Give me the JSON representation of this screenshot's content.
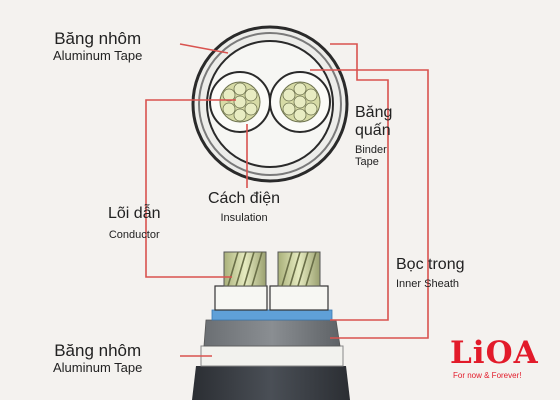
{
  "labels": {
    "aluminum_tape_top": {
      "vn": "Băng nhôm",
      "en": "Aluminum Tape"
    },
    "binder_tape": {
      "vn_line1": "Băng",
      "vn_line2": "quấn",
      "en_line1": "Binder",
      "en_line2": "Tape"
    },
    "insulation": {
      "vn": "Cách điện",
      "en": "Insulation"
    },
    "conductor": {
      "vn": "Lõi dẫn",
      "en": "Conductor"
    },
    "inner_sheath": {
      "vn": "Bọc trong",
      "en": "Inner Sheath"
    },
    "aluminum_tape_bottom": {
      "vn": "Băng nhôm",
      "en": "Aluminum Tape"
    }
  },
  "logo": {
    "text": "LiOA",
    "tagline": "For now & Forever!"
  },
  "colors": {
    "leader_line": "#d9534f",
    "logo": "#e21b2a",
    "inner_sheath": "#5fa0d8",
    "outer_jacket": "#3a3e44",
    "insulation": "#f5f5f0",
    "conductor": "#cfd5a0"
  }
}
